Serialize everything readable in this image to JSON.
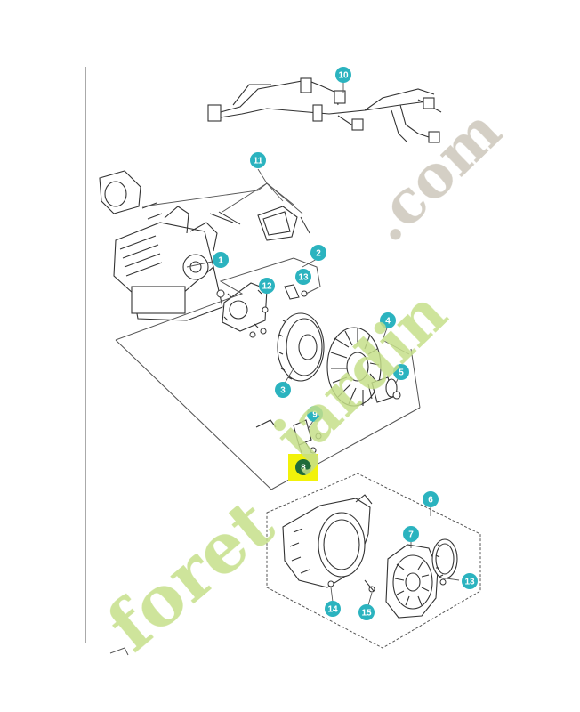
{
  "diagram": {
    "callout_color": "#2bb3bf",
    "highlight_color": "#f2f20a",
    "highlighted_callout_color": "#1f6b3a",
    "highlighted_label": "8",
    "callouts": [
      "10",
      "11",
      "1",
      "2",
      "13",
      "12",
      "3",
      "4",
      "5",
      "9",
      "8",
      "6",
      "7",
      "13",
      "14",
      "15"
    ]
  },
  "watermark": {
    "text": "foretjardin.com",
    "part1": "foret",
    "part2": "jardin",
    "part3": ".com",
    "colors": [
      "#c6e08a",
      "#cdc7bb"
    ]
  }
}
